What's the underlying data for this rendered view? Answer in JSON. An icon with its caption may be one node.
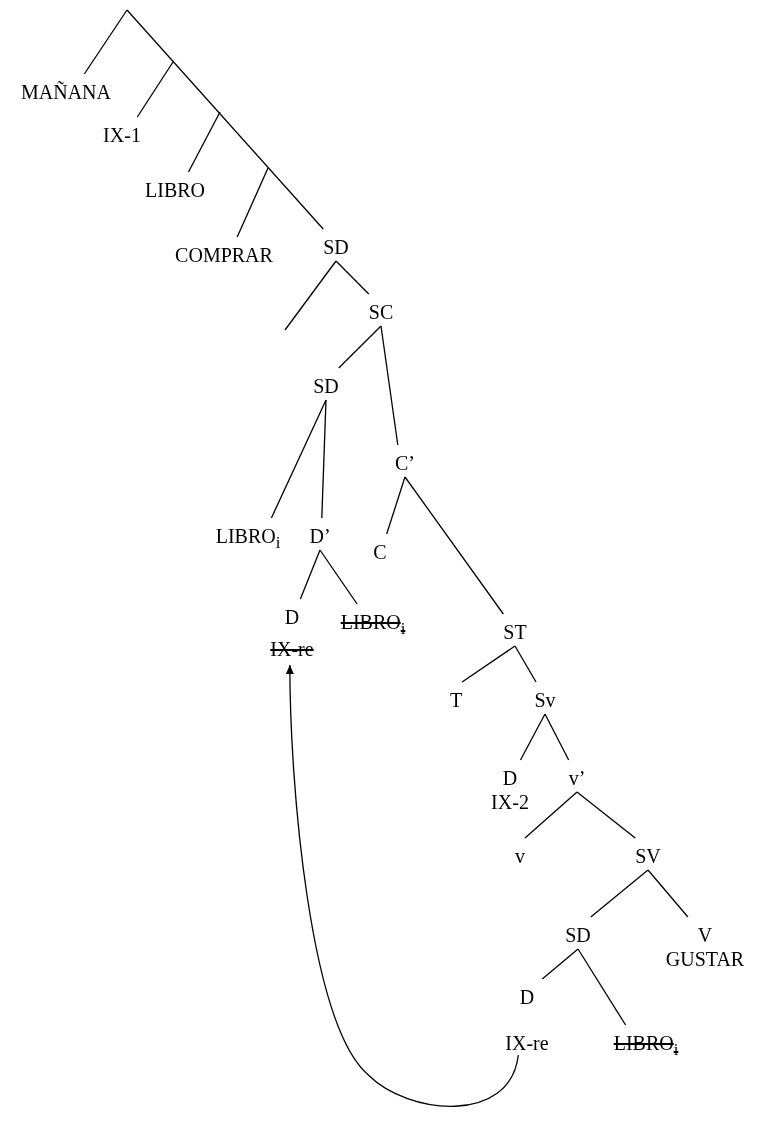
{
  "diagram": {
    "nodes": [
      {
        "text": [
          "MAÑANA"
        ]
      },
      {
        "text": [
          "IX-1"
        ]
      },
      {
        "text": [
          "LIBRO"
        ]
      },
      {
        "text": [
          "COMPRAR"
        ]
      },
      {
        "text": [
          "SD"
        ]
      },
      {
        "text": [
          "SC"
        ]
      },
      {
        "text": [
          "SD"
        ]
      },
      {
        "text": [
          "C’"
        ]
      },
      {
        "text": [
          "LIBRO$_{i}$"
        ]
      },
      {
        "text": [
          "D’"
        ]
      },
      {
        "text": [
          "C"
        ]
      },
      {
        "text": [
          "ST"
        ]
      },
      {
        "text": [
          "D",
          "IX-re"
        ]
      },
      {
        "text": [
          "LIBRO$_{i}$"
        ]
      },
      {
        "text": [
          "T"
        ]
      },
      {
        "text": [
          "Sv"
        ]
      },
      {
        "text": [
          "D",
          "IX-2"
        ]
      },
      {
        "text": [
          "v’"
        ]
      },
      {
        "text": [
          "v"
        ]
      },
      {
        "text": [
          "SV"
        ]
      },
      {
        "text": [
          "SD"
        ]
      },
      {
        "text": [
          "V",
          "GUSTAR"
        ]
      },
      {
        "text": [
          "D",
          "IX-re"
        ]
      },
      {
        "text": [
          "LIBRO$_{i}$"
        ]
      }
    ],
    "edges": [
      {
        "from": null,
        "to": 0,
        "arrow": "none"
      },
      {
        "from": null,
        "to": 1,
        "arrow": "none"
      },
      {
        "from": null,
        "to": 2,
        "arrow": "none"
      },
      {
        "from": null,
        "to": 3,
        "arrow": "none"
      },
      {
        "from": null,
        "to": 4,
        "arrow": "none"
      },
      {
        "from": 4,
        "to": null,
        "arrow": "none"
      },
      {
        "from": 4,
        "to": 5,
        "arrow": "none"
      },
      {
        "from": 5,
        "to": 6,
        "arrow": "none"
      },
      {
        "from": 5,
        "to": 7,
        "arrow": "none"
      },
      {
        "from": 6,
        "to": 8,
        "arrow": "none"
      },
      {
        "from": 6,
        "to": 9,
        "arrow": "none"
      },
      {
        "from": 9,
        "to": 12,
        "arrow": "none"
      },
      {
        "from": 9,
        "to": 13,
        "arrow": "none"
      },
      {
        "from": 7,
        "to": 10,
        "arrow": "none"
      },
      {
        "from": 7,
        "to": 11,
        "arrow": "none"
      },
      {
        "from": 11,
        "to": 14,
        "arrow": "none"
      },
      {
        "from": 11,
        "to": 15,
        "arrow": "none"
      },
      {
        "from": 15,
        "to": 16,
        "arrow": "none"
      },
      {
        "from": 15,
        "to": 17,
        "arrow": "none"
      },
      {
        "from": 17,
        "to": 18,
        "arrow": "none"
      },
      {
        "from": 17,
        "to": 19,
        "arrow": "none"
      },
      {
        "from": 19,
        "to": 20,
        "arrow": "none"
      },
      {
        "from": 19,
        "to": 21,
        "arrow": "none"
      },
      {
        "from": 20,
        "to": 22,
        "arrow": "none"
      },
      {
        "from": 20,
        "to": 23,
        "arrow": "none"
      },
      {
        "from": 22,
        "to": 12,
        "arrow": "to"
      }
    ]
  }
}
